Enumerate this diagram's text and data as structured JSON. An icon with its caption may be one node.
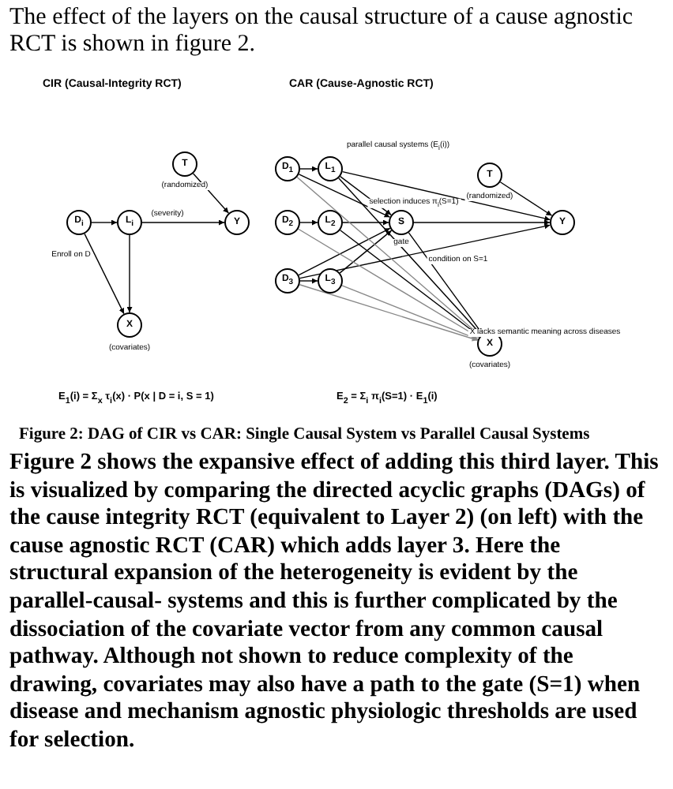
{
  "diagram": {
    "caption": "Figure 2: DAG of CIR vs CAR: Single Causal System vs Parallel Causal Systems",
    "nodes": [
      {
        "text": [
          "D$_{i}$"
        ]
      },
      {
        "text": [
          "L$_{i}$"
        ]
      },
      {
        "text": [
          "T"
        ],
        "beside": [
          "(randomized)"
        ]
      },
      {
        "text": [
          "Y"
        ]
      },
      {
        "text": [
          "X"
        ],
        "beside": [
          "(covariates)"
        ]
      },
      {
        "text": [
          "D$_{1}$"
        ]
      },
      {
        "text": [
          "D$_{2}$"
        ]
      },
      {
        "text": [
          "D$_{3}$"
        ]
      },
      {
        "text": [
          "L$_{1}$"
        ]
      },
      {
        "text": [
          "L$_{2}$"
        ]
      },
      {
        "text": [
          "L$_{3}$"
        ]
      },
      {
        "text": [
          "S"
        ],
        "beside": [
          "gate"
        ]
      },
      {
        "text": [
          "T"
        ],
        "beside": [
          "(randomized)"
        ]
      },
      {
        "text": [
          "Y"
        ]
      },
      {
        "text": [
          "X"
        ],
        "beside": [
          "(covariates)",
          "X lacks semantic meaning across diseases"
        ]
      }
    ],
    "edges": [
      {
        "from": 0,
        "to": 1,
        "arrow": "to"
      },
      {
        "from": 1,
        "to": 3,
        "arrow": "to",
        "label": "(severity)"
      },
      {
        "from": 2,
        "to": 3,
        "arrow": "to"
      },
      {
        "from": 1,
        "to": 4,
        "arrow": "to"
      },
      {
        "from": 0,
        "to": 4,
        "arrow": "to",
        "label": "Enroll on D"
      },
      {
        "from": 5,
        "to": 8,
        "arrow": "to"
      },
      {
        "from": 6,
        "to": 9,
        "arrow": "to"
      },
      {
        "from": 7,
        "to": 10,
        "arrow": "to"
      },
      {
        "from": 5,
        "to": 11,
        "arrow": "to"
      },
      {
        "from": 7,
        "to": 11,
        "arrow": "to"
      },
      {
        "from": 8,
        "to": 11,
        "arrow": "to"
      },
      {
        "from": 9,
        "to": 11,
        "arrow": "to"
      },
      {
        "from": 10,
        "to": 11,
        "arrow": "to"
      },
      {
        "from": 11,
        "to": 13,
        "arrow": "to"
      },
      {
        "from": 12,
        "to": 13,
        "arrow": "to"
      },
      {
        "from": 8,
        "to": 13,
        "arrow": "to",
        "label": "selection induces π$_{i}$(S=1)"
      },
      {
        "from": 7,
        "to": 13,
        "arrow": "to",
        "label": "condition on S=1"
      },
      {
        "from": 5,
        "to": 14,
        "arrow": "to",
        "color": "#888888"
      },
      {
        "from": 6,
        "to": 14,
        "arrow": "to",
        "color": "#888888"
      },
      {
        "from": 7,
        "to": 14,
        "arrow": "to",
        "color": "#888888"
      },
      {
        "from": 8,
        "to": 14,
        "arrow": "to"
      },
      {
        "from": 9,
        "to": 14,
        "arrow": "to"
      },
      {
        "from": 10,
        "to": 14,
        "arrow": "to",
        "color": "#888888"
      },
      {
        "from": 11,
        "to": 14,
        "arrow": "to"
      }
    ],
    "labels": [
      "The effect of the layers on the causal structure of a cause agnostic RCT is shown in figure 2.",
      "CIR (Causal-Integrity RCT)",
      "CAR (Cause-Agnostic RCT)",
      "parallel causal systems (E$_{i}$(i))",
      "E$_{1}$(i) = Σ$_{x}$ τ$_{i}$(x) · P(x | D = i, S = 1)",
      "E$_{2}$ = Σ$_{i}$ π$_{i}$(S=1) · E$_{1}$(i)",
      "Figure 2 shows the expansive effect of adding this third layer.  This is visualized by comparing the directed acyclic graphs (DAGs) of the cause integrity RCT (equivalent to Layer 2) (on left) with the cause agnostic RCT (CAR) which adds layer 3.  Here the structural expansion of the heterogeneity is evident by the parallel-causal- systems and this is further complicated by the dissociation of the covariate vector from any common causal pathway.  Although not shown to reduce complexity of the drawing, covariates may also have a path to the gate (S=1) when disease and mechanism agnostic physiologic thresholds are used for selection."
    ]
  }
}
